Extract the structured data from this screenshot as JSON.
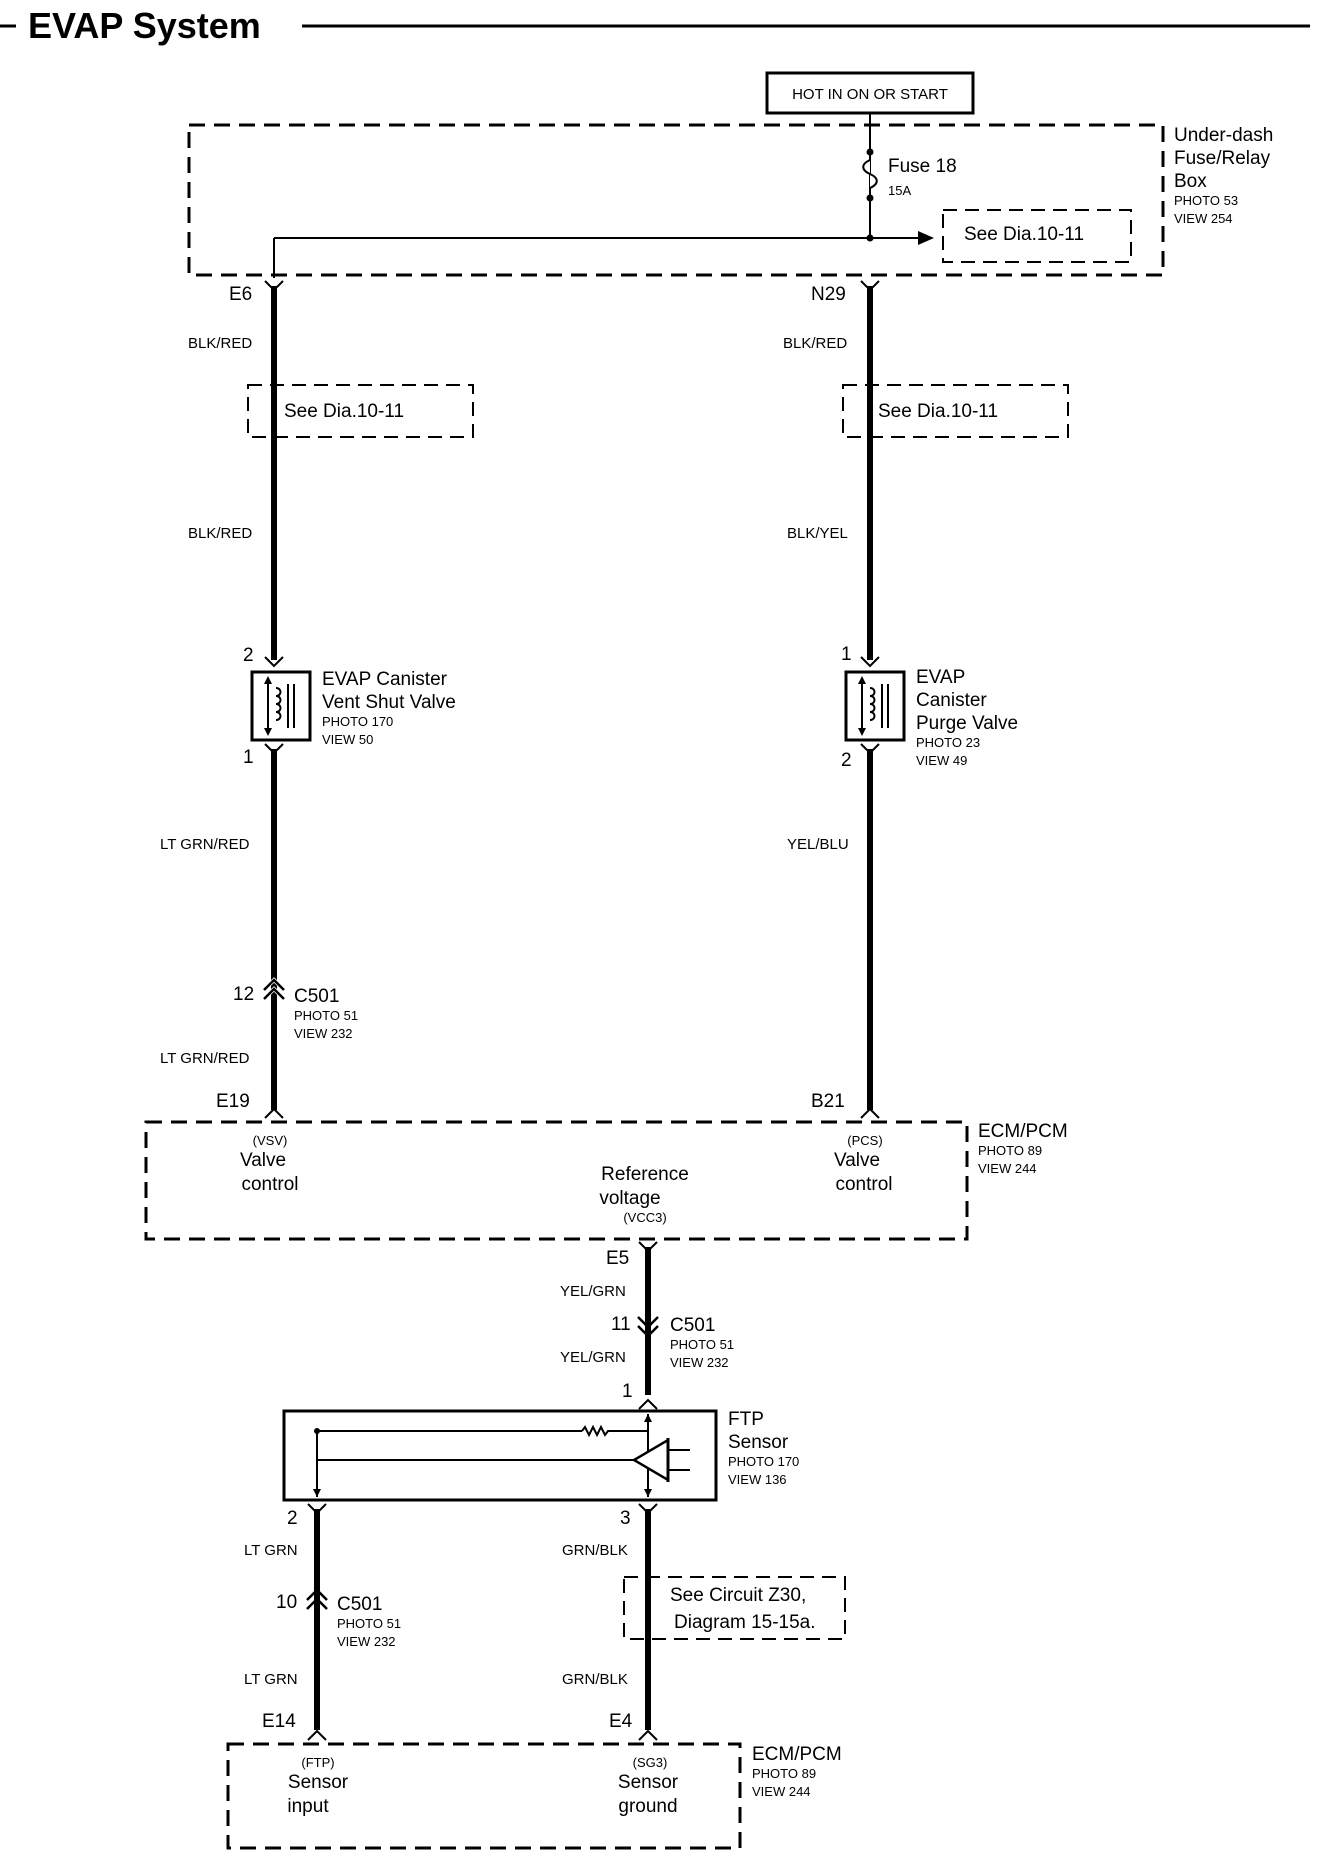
{
  "title": "EVAP System",
  "power": {
    "label": "HOT IN ON OR START"
  },
  "fuse_box": {
    "name_1": "Under-dash",
    "name_2": "Fuse/Relay",
    "name_3": "Box",
    "photo": "PHOTO 53",
    "view": "VIEW 254"
  },
  "fuse": {
    "name": "Fuse 18",
    "rating": "15A"
  },
  "refs": {
    "dia_a": "See Dia.10-11",
    "dia_b": "See Dia.10-11",
    "dia_c": "See Dia.10-11",
    "circuit_1": "See Circuit Z30,",
    "circuit_2": "Diagram 15-15a."
  },
  "pins": {
    "e6": "E6",
    "n29": "N29",
    "vent_2": "2",
    "vent_1": "1",
    "purge_1": "1",
    "purge_2": "2",
    "c501_12": "12",
    "c501_11": "11",
    "c501_10": "10",
    "e19": "E19",
    "b21": "B21",
    "e5": "E5",
    "ftp_1": "1",
    "ftp_2": "2",
    "ftp_3": "3",
    "e14": "E14",
    "e4": "E4"
  },
  "wires": {
    "left_1": "BLK/RED",
    "left_2": "BLK/RED",
    "left_3": "LT GRN/RED",
    "left_4": "LT GRN/RED",
    "right_1": "BLK/RED",
    "right_2": "BLK/YEL",
    "right_3": "YEL/BLU",
    "center_1": "YEL/GRN",
    "center_2": "YEL/GRN",
    "ltgrn_1": "LT GRN",
    "ltgrn_2": "LT GRN",
    "grnblk_1": "GRN/BLK",
    "grnblk_2": "GRN/BLK"
  },
  "vent_valve": {
    "name_1": "EVAP Canister",
    "name_2": "Vent Shut Valve",
    "photo": "PHOTO 170",
    "view": "VIEW 50"
  },
  "purge_valve": {
    "name_1": "EVAP",
    "name_2": "Canister",
    "name_3": "Purge Valve",
    "photo": "PHOTO 23",
    "view": "VIEW 49"
  },
  "c501_a": {
    "name": "C501",
    "photo": "PHOTO 51",
    "view": "VIEW 232"
  },
  "c501_b": {
    "name": "C501",
    "photo": "PHOTO 51",
    "view": "VIEW 232"
  },
  "c501_c": {
    "name": "C501",
    "photo": "PHOTO 51",
    "view": "VIEW 232"
  },
  "ecm_top": {
    "name": "ECM/PCM",
    "photo": "PHOTO 89",
    "view": "VIEW 244",
    "vsv_code": "(VSV)",
    "vsv_1": "Valve",
    "vsv_2": "control",
    "pcs_code": "(PCS)",
    "pcs_1": "Valve",
    "pcs_2": "control",
    "ref_1": "Reference",
    "ref_2": "voltage",
    "ref_code": "(VCC3)"
  },
  "ftp_sensor": {
    "name_1": "FTP",
    "name_2": "Sensor",
    "photo": "PHOTO 170",
    "view": "VIEW 136"
  },
  "ecm_bottom": {
    "name": "ECM/PCM",
    "photo": "PHOTO 89",
    "view": "VIEW 244",
    "ftp_code": "(FTP)",
    "ftp_1": "Sensor",
    "ftp_2": "input",
    "sg3_code": "(SG3)",
    "sg3_1": "Sensor",
    "sg3_2": "ground"
  }
}
